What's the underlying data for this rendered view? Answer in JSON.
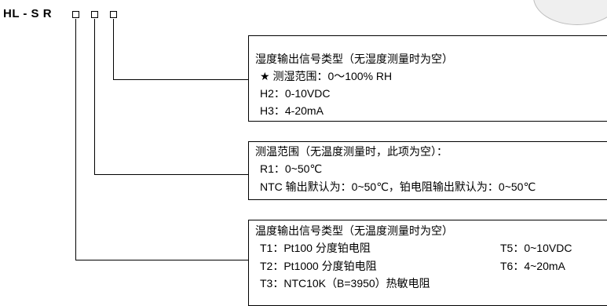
{
  "model_code": "HL - S R",
  "boxes": [
    {
      "title": "湿度输出信号类型（无湿度测量时为空）",
      "lines": [
        "★ 测湿范围：0～100% RH",
        "H2：0-10VDC",
        "H3：4-20mA"
      ]
    },
    {
      "title": "测温范围（无温度测量时，此项为空）：",
      "lines": [
        "R1：0~50℃",
        "NTC 输出默认为：0~50℃，铂电阻输出默认为：0~50℃"
      ]
    },
    {
      "title": "温度输出信号类型（无温度测量时为空）",
      "left": [
        "T1：Pt100 分度铂电阻",
        "T2：Pt1000 分度铂电阻",
        "T3：NTC10K（B=3950）热敏电阻"
      ],
      "right": [
        "T5：0~10VDC",
        "T6：4~20mA"
      ]
    }
  ]
}
